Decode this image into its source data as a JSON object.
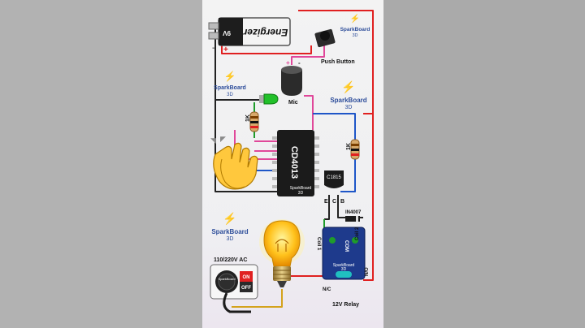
{
  "battery": {
    "brand": "Energizer",
    "voltage": "9V",
    "minus": "-",
    "plus": "+"
  },
  "ic": {
    "part": "CD4013",
    "brand": "SparkBoard",
    "sub": "3D"
  },
  "transistor": {
    "part": "C1815",
    "e": "E",
    "c": "C",
    "b": "B"
  },
  "labels": {
    "push_button": "Push Button",
    "mic": "Mic",
    "mic_plus": "+",
    "mic_minus": "-",
    "res1": "1K",
    "res2": "1K",
    "diode": "IN4007",
    "ac": "110/220V AC",
    "relay": "12V Relay",
    "coil1": "Coil 1",
    "coil2": "Coil 2",
    "com": "COM",
    "nc": "N/C",
    "no": "N/O",
    "on": "ON",
    "off": "OFF"
  },
  "watermarks": [
    {
      "brand": "SparkBoard",
      "sub": "3D"
    },
    {
      "brand": "SparkBoard",
      "sub": "3D"
    },
    {
      "brand": "SparkBoard",
      "sub": "3D"
    },
    {
      "brand": "SparkBoard",
      "sub": "3D"
    }
  ],
  "relay_brand": {
    "brand": "SparkBoard",
    "sub": "3D"
  },
  "socket_brand": {
    "brand": "SparkBoard"
  },
  "colors": {
    "wire_red": "#e02020",
    "wire_blue": "#1e56c8",
    "wire_pink": "#e0489a",
    "wire_black": "#222222",
    "wire_green": "#1f9c2b",
    "led_green": "#22c02a",
    "ic_body": "#1b1b1b",
    "relay_body": "#1e3a8c"
  }
}
